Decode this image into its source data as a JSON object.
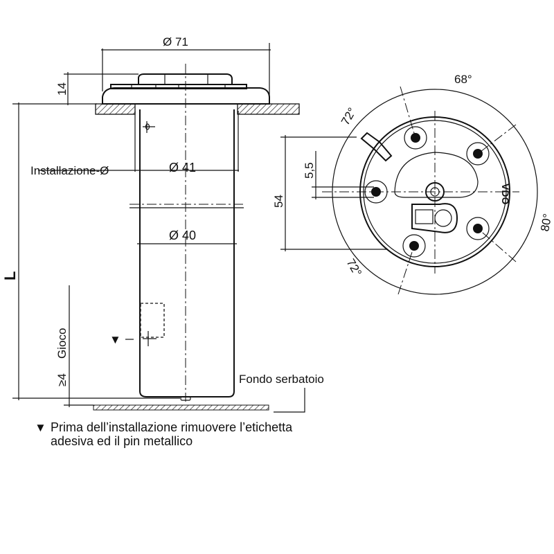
{
  "side_view": {
    "dim_outer_diameter": "Ø 71",
    "dim_height": "14",
    "dim_length": "L",
    "install_label": "Installazione-Ø",
    "dim_install_diameter": "Ø 41",
    "dim_tube_diameter": "Ø 40",
    "clearance_label": "Gioco",
    "clearance_value": "≥4",
    "tank_bottom_label": "Fondo serbatoio",
    "marker_symbol": "▼"
  },
  "top_view": {
    "dim_bolt_span": "54",
    "dim_offset": "5,5",
    "angle_top": "68°",
    "angle_upper_left": "72°",
    "angle_right": "80°",
    "angle_lower_left": "72°",
    "brand_mark": "VDO"
  },
  "note": {
    "symbol": "▼",
    "line1": "Prima dell’installazione rimuovere l’etichetta",
    "line2": "adesiva ed il pin metallico"
  }
}
